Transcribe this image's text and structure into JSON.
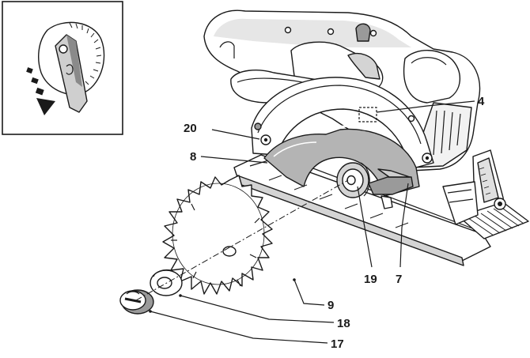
{
  "diagram": {
    "inset": {
      "arrow_direction": "down"
    },
    "callouts": [
      {
        "id": "c4",
        "label": "4"
      },
      {
        "id": "c20",
        "label": "20"
      },
      {
        "id": "c8",
        "label": "8"
      },
      {
        "id": "c19",
        "label": "19"
      },
      {
        "id": "c7",
        "label": "7"
      },
      {
        "id": "c9",
        "label": "9"
      },
      {
        "id": "c18",
        "label": "18"
      },
      {
        "id": "c17",
        "label": "17"
      }
    ],
    "colors": {
      "line": "#1a1a1a",
      "housing_fill": "#ffffff",
      "blade_guard_gray": "#b4b4b4",
      "shading_gray": "#d9d9d9",
      "dark_gray": "#7a7a7a"
    }
  }
}
